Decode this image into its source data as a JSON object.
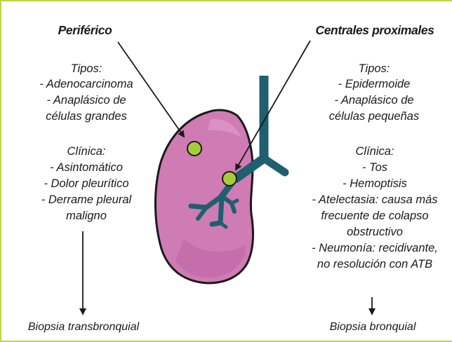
{
  "left": {
    "header": "Periférico",
    "tipos_title": "Tipos:",
    "tipos": [
      "- Adenocarcinoma",
      "- Anaplásico de",
      "células grandes"
    ],
    "clinica_title": "Clínica:",
    "clinica": [
      "- Asintomático",
      "- Dolor pleurítico",
      "- Derrame pleural",
      "maligno"
    ],
    "biopsy": "Biopsia transbronquial"
  },
  "right": {
    "header": "Centrales proximales",
    "tipos_title": "Tipos:",
    "tipos": [
      "- Epidermoide",
      "- Anaplásico de",
      "células pequeñas"
    ],
    "clinica_title": "Clínica:",
    "clinica": [
      "- Tos",
      "- Hemoptisis",
      "- Atelectasia: causa más",
      "frecuente de colapso",
      "obstructivo",
      "- Neumonía: recidivante,",
      "no resolución con ATB"
    ],
    "biopsy": "Biopsia bronquial"
  },
  "colors": {
    "border": "#bcd84a",
    "lung": "#cf7bb4",
    "bronchus": "#1f5f70",
    "nodule": "#a6cc3a"
  }
}
